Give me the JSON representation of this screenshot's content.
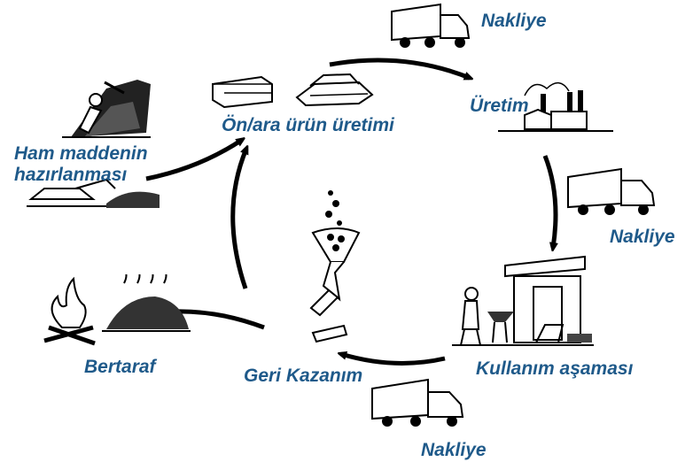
{
  "stages": {
    "raw_material": "Ham maddenin\nhazırlanması",
    "semi_product": "Ön/ara ürün üretimi",
    "production": "Üretim",
    "use_phase": "Kullanım aşaması",
    "recovery": "Geri Kazanım",
    "disposal": "Bertaraf"
  },
  "transport": {
    "top": "Nakliye",
    "right": "Nakliye",
    "bottom": "Nakliye"
  },
  "colors": {
    "label": "#1f5a8a",
    "arrow": "#000000"
  },
  "icons": {
    "raw_material": "miner-excavator-icon",
    "semi_product": "steel-beam-and-ingots-icon",
    "production": "factory-icon",
    "transport": "truck-icon",
    "use_phase": "household-scene-icon",
    "recovery": "melting-crucible-icon",
    "disposal": "fire-and-landfill-icon"
  }
}
